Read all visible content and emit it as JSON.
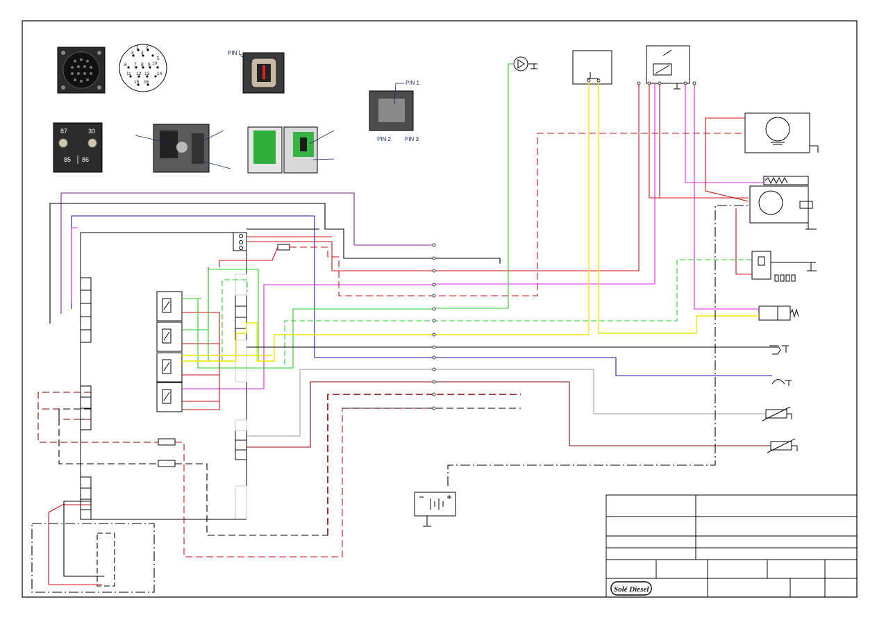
{
  "labels": {
    "pin_l": "PIN L",
    "pin_1": "PIN 1",
    "pin_2": "PIN 2",
    "pin_3": "PIN 3",
    "logo": "Solé Diesel"
  },
  "relay_terminals": {
    "t87": "87",
    "t30": "30",
    "t85": "85",
    "t86": "86"
  },
  "connector_pins": [
    "1",
    "2",
    "3",
    "4",
    "5",
    "6",
    "7",
    "8",
    "9",
    "10",
    "11",
    "12",
    "13",
    "14",
    "15",
    "16"
  ],
  "colors": {
    "red": "#cc1111",
    "dark_red": "#8b0000",
    "green": "#22cc22",
    "yellow": "#f2e600",
    "magenta": "#e020e0",
    "purple": "#7a1f8c",
    "blue": "#1a1a9a",
    "grey": "#9a9a9a",
    "black": "#000000"
  }
}
